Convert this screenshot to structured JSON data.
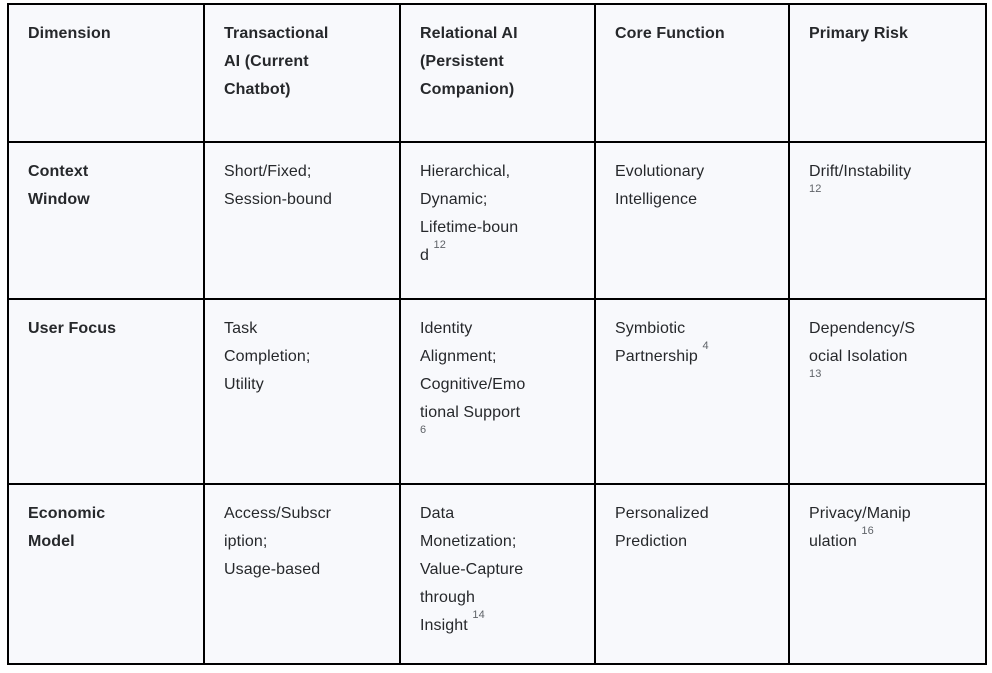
{
  "colors": {
    "page_background": "#ffffff",
    "cell_background": "#f8f9fc",
    "border": "#000000",
    "text": "#26282b",
    "superscript": "#5f6368"
  },
  "table": {
    "description": "Comparison of Transactional AI vs Relational AI",
    "header": [
      [
        {
          "text": "Dimension"
        }
      ],
      [
        {
          "text": "Transactional\nAI (Current\nChatbot)"
        }
      ],
      [
        {
          "text": "Relational AI\n(Persistent\nCompanion)"
        }
      ],
      [
        {
          "text": "Core Function"
        }
      ],
      [
        {
          "text": "Primary Risk"
        }
      ]
    ],
    "rows": [
      [
        [
          {
            "text": "Context\nWindow"
          }
        ],
        [
          {
            "text": "Short/Fixed;\nSession-bound"
          }
        ],
        [
          {
            "text": "Hierarchical,\nDynamic;\nLifetime-boun\nd "
          },
          {
            "sup": "12"
          }
        ],
        [
          {
            "text": "Evolutionary\nIntelligence"
          }
        ],
        [
          {
            "text": "Drift/Instability\n"
          },
          {
            "sup": "12"
          }
        ]
      ],
      [
        [
          {
            "text": "User Focus"
          }
        ],
        [
          {
            "text": "Task\nCompletion;\nUtility"
          }
        ],
        [
          {
            "text": "Identity\nAlignment;\nCognitive/Emo\ntional Support\n"
          },
          {
            "sup": "6"
          }
        ],
        [
          {
            "text": "Symbiotic\nPartnership "
          },
          {
            "sup": "4"
          }
        ],
        [
          {
            "text": "Dependency/S\nocial Isolation\n"
          },
          {
            "sup": "13"
          }
        ]
      ],
      [
        [
          {
            "text": "Economic\nModel"
          }
        ],
        [
          {
            "text": "Access/Subscr\niption;\nUsage-based"
          }
        ],
        [
          {
            "text": "Data\nMonetization;\nValue-Capture\nthrough\nInsight "
          },
          {
            "sup": "14"
          }
        ],
        [
          {
            "text": "Personalized\nPrediction"
          }
        ],
        [
          {
            "text": "Privacy/Manip\nulation "
          },
          {
            "sup": "16"
          }
        ]
      ]
    ]
  }
}
